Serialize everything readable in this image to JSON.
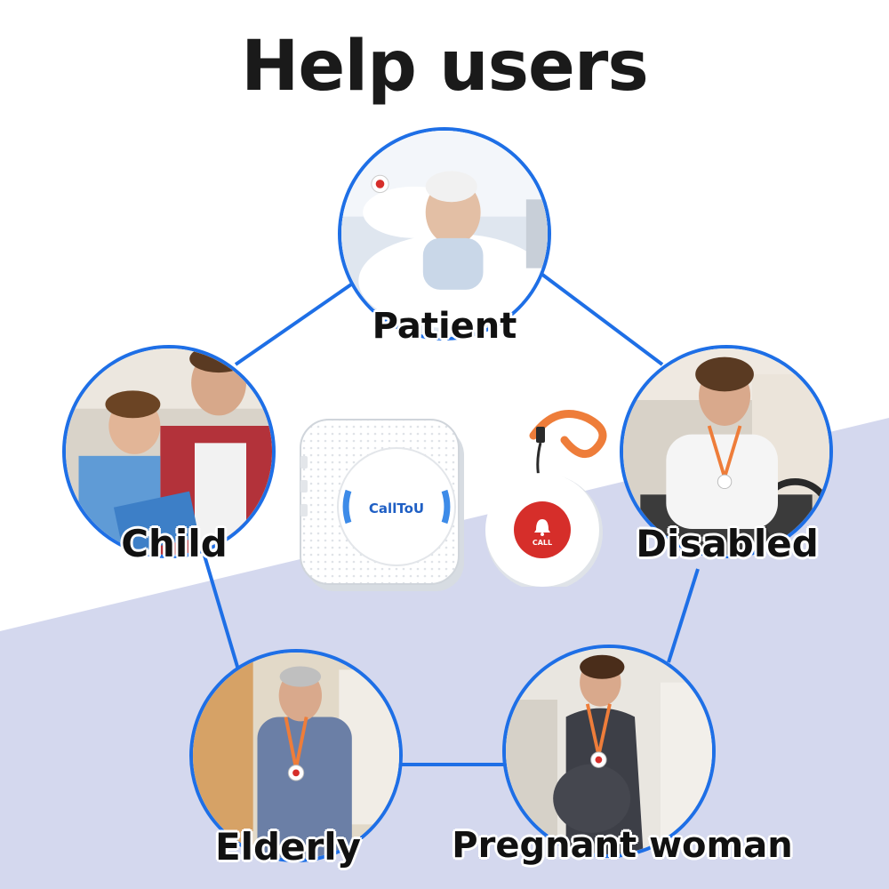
{
  "title": "Help users",
  "brand": "CallToU",
  "button_text": "CALL",
  "users": [
    {
      "key": "patient",
      "label": "Patient"
    },
    {
      "key": "child",
      "label": "Child"
    },
    {
      "key": "disabled",
      "label": "Disabled"
    },
    {
      "key": "elderly",
      "label": "Elderly"
    },
    {
      "key": "pregnant",
      "label": "Pregnant woman"
    }
  ],
  "colors": {
    "accent": "#1e6fe6",
    "background_wedge": "#d4d8ee",
    "call_button": "#d62e2a",
    "lanyard": "#ee7d3a"
  }
}
